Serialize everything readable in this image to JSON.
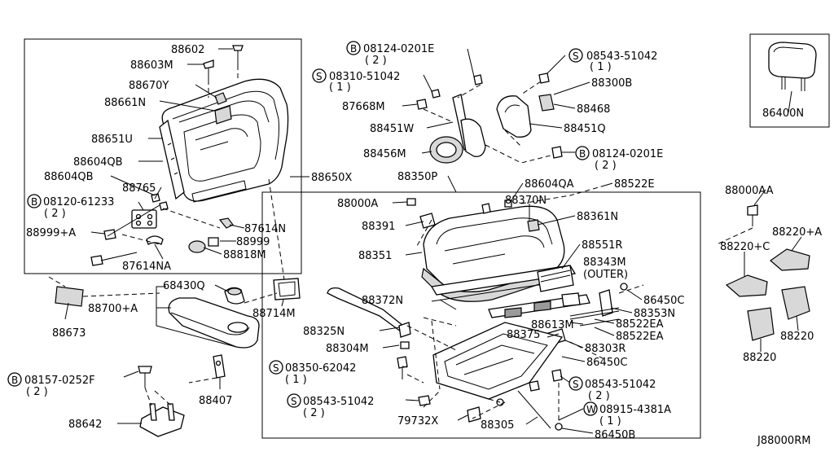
{
  "labels": {
    "l88602": "88602",
    "l88603m": "88603M",
    "l88670y": "88670Y",
    "l88661n": "88661N",
    "l88651u": "88651U",
    "l88604qb_a": "88604QB",
    "l88604qb_b": "88604QB",
    "l88765": "88765",
    "l08120": "08120-61233",
    "l08120q": "( 2 )",
    "l88999a": "88999+A",
    "l87614na": "87614NA",
    "l87614n": "87614N",
    "l88999": "88999",
    "l88818m": "88818M",
    "l88650x": "88650X",
    "l08124a": "08124-0201E",
    "l08124aq": "( 2 )",
    "l08310": "08310-51042",
    "l08310q": "( 1 )",
    "l87668m": "87668M",
    "l88451w": "88451W",
    "l88456m": "88456M",
    "l08543a": "08543-51042",
    "l08543aq": "( 1 )",
    "l88300b": "88300B",
    "l88468": "88468",
    "l88451q": "88451Q",
    "l08124b": "08124-0201E",
    "l08124bq": "( 2 )",
    "l86400n": "86400N",
    "l88350p": "88350P",
    "l88604qa": "88604QA",
    "l88522e": "88522E",
    "l88000a": "88000A",
    "l88370n": "88370N",
    "l88361n": "88361N",
    "l88391": "88391",
    "l88351": "88351",
    "l88551r": "88551R",
    "l88343m": "88343M",
    "l88343mo": "(OUTER)",
    "l88372n": "88372N",
    "l86450c_a": "86450C",
    "l88353n": "88353N",
    "l88613m": "88613M",
    "l88522ea_a": "88522EA",
    "l88375": "88375",
    "l88522ea_b": "88522EA",
    "l88325n": "88325N",
    "l88304m": "88304M",
    "l88303r": "88303R",
    "l86450c_b": "86450C",
    "l08350": "08350-62042",
    "l08350q": "( 1 )",
    "l08543b": "08543-51042",
    "l08543bq": "( 2 )",
    "l08543c": "08543-51042",
    "l08543cq": "( 2 )",
    "l08915": "08915-4381A",
    "l08915q": "( 1 )",
    "l79732x": "79732X",
    "l88305": "88305",
    "l86450b": "86450B",
    "l68430q": "68430Q",
    "l88700a": "88700+A",
    "l88673": "88673",
    "l88714m": "88714M",
    "l88407": "88407",
    "l08157": "08157-0252F",
    "l08157q": "( 2 )",
    "l88642": "88642",
    "l88000aa": "88000AA",
    "l88220a": "88220+A",
    "l88220c": "88220+C",
    "l88220_r": "88220",
    "l88220_b": "88220",
    "diagram_id": "J88000RM"
  },
  "circle_marks": {
    "b1": "B",
    "b2": "B",
    "b3": "B",
    "b4": "B",
    "s1": "S",
    "s2": "S",
    "s3": "S",
    "s4": "S",
    "s5": "S",
    "w1": "W"
  }
}
